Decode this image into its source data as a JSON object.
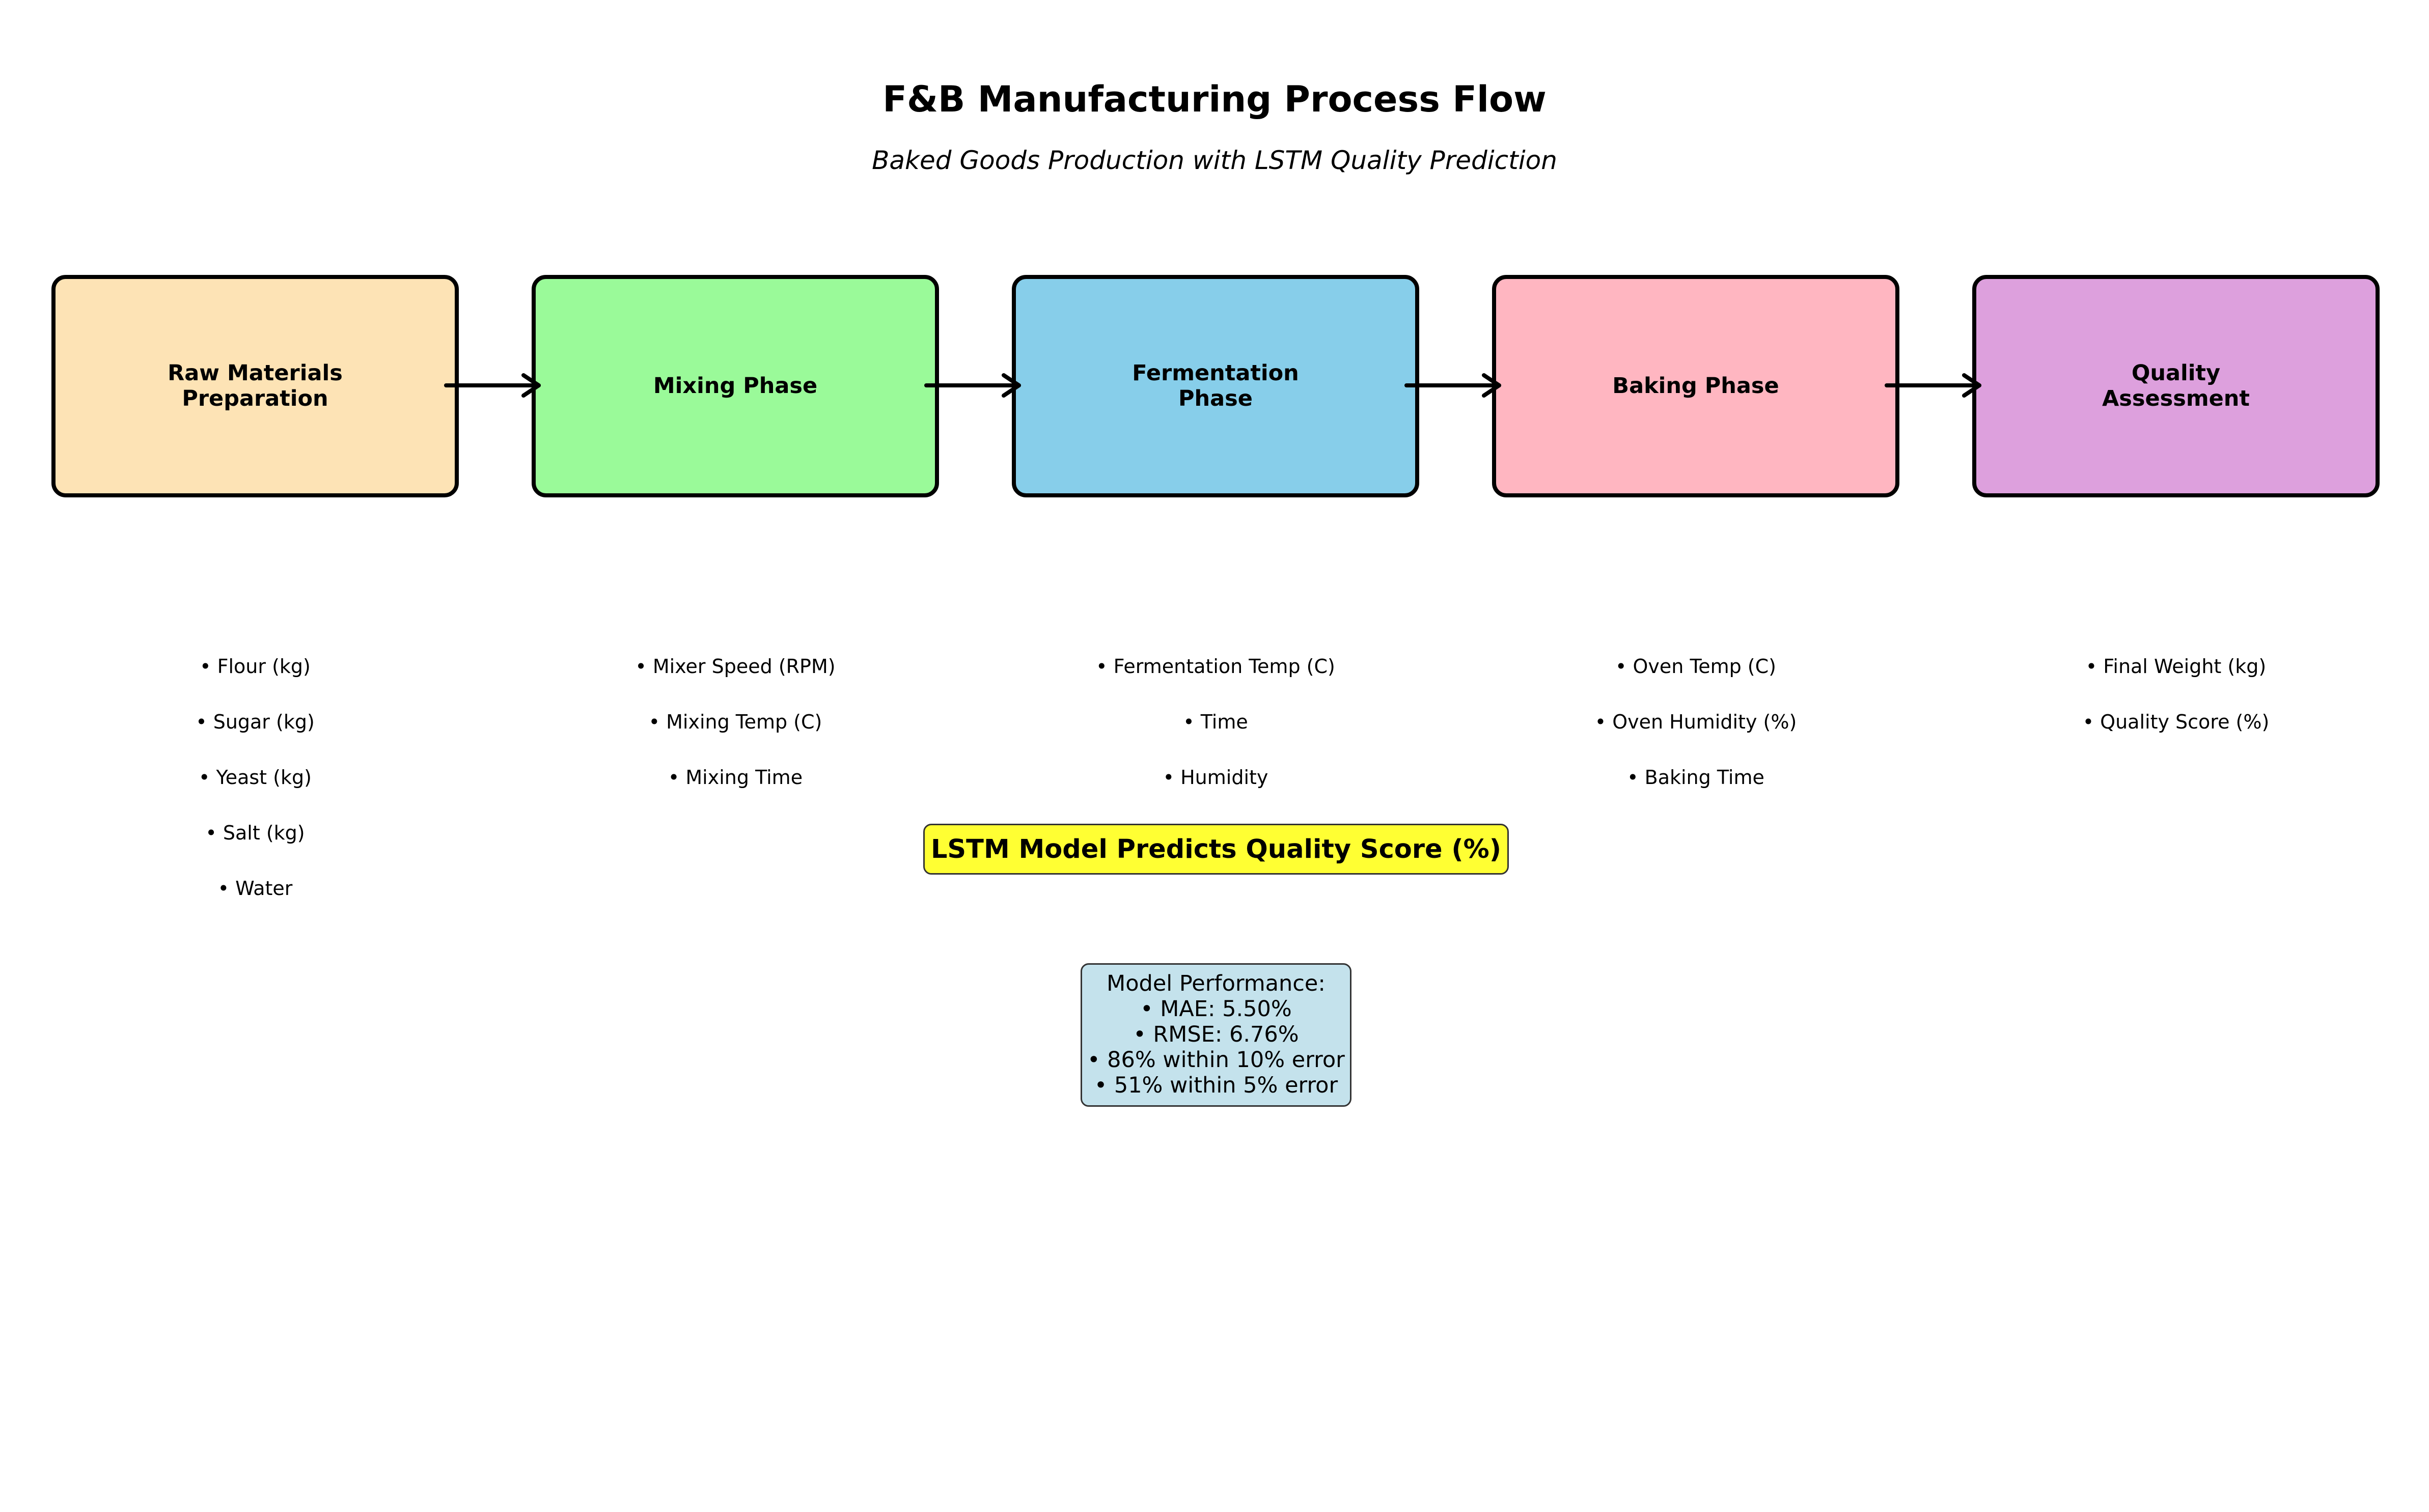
{
  "title": "F&B Manufacturing Process Flow",
  "subtitle": "Baked Goods Production with LSTM Quality Prediction",
  "phases": [
    {
      "label": "Raw Materials\nPreparation",
      "color": "#fde3b5",
      "params": [
        "• Flour (kg)",
        "• Sugar (kg)",
        "• Yeast (kg)",
        "• Salt (kg)",
        "• Water"
      ]
    },
    {
      "label": "Mixing Phase",
      "color": "#9afa99",
      "params": [
        "• Mixer Speed (RPM)",
        "• Mixing Temp (C)",
        "• Mixing Time"
      ]
    },
    {
      "label": "Fermentation\nPhase",
      "color": "#87ceea",
      "params": [
        "• Fermentation Temp (C)",
        "• Time",
        "• Humidity"
      ]
    },
    {
      "label": "Baking Phase",
      "color": "#ffb6c1",
      "params": [
        "• Oven Temp (C)",
        "• Oven Humidity (%)",
        "• Baking Time"
      ]
    },
    {
      "label": "Quality\nAssessment",
      "color": "#dda0dd",
      "params": [
        "• Final Weight (kg)",
        "• Quality Score (%)"
      ]
    }
  ],
  "lstm_banner": {
    "text": "LSTM Model Predicts Quality Score (%)",
    "color": "#ffff33"
  },
  "performance": {
    "heading": "Model Performance:",
    "lines": [
      "• MAE: 5.50%",
      "• RMSE: 6.76%",
      "• 86% within 10% error",
      "• 51% within 5% error"
    ],
    "color": "#c4e2ec"
  }
}
